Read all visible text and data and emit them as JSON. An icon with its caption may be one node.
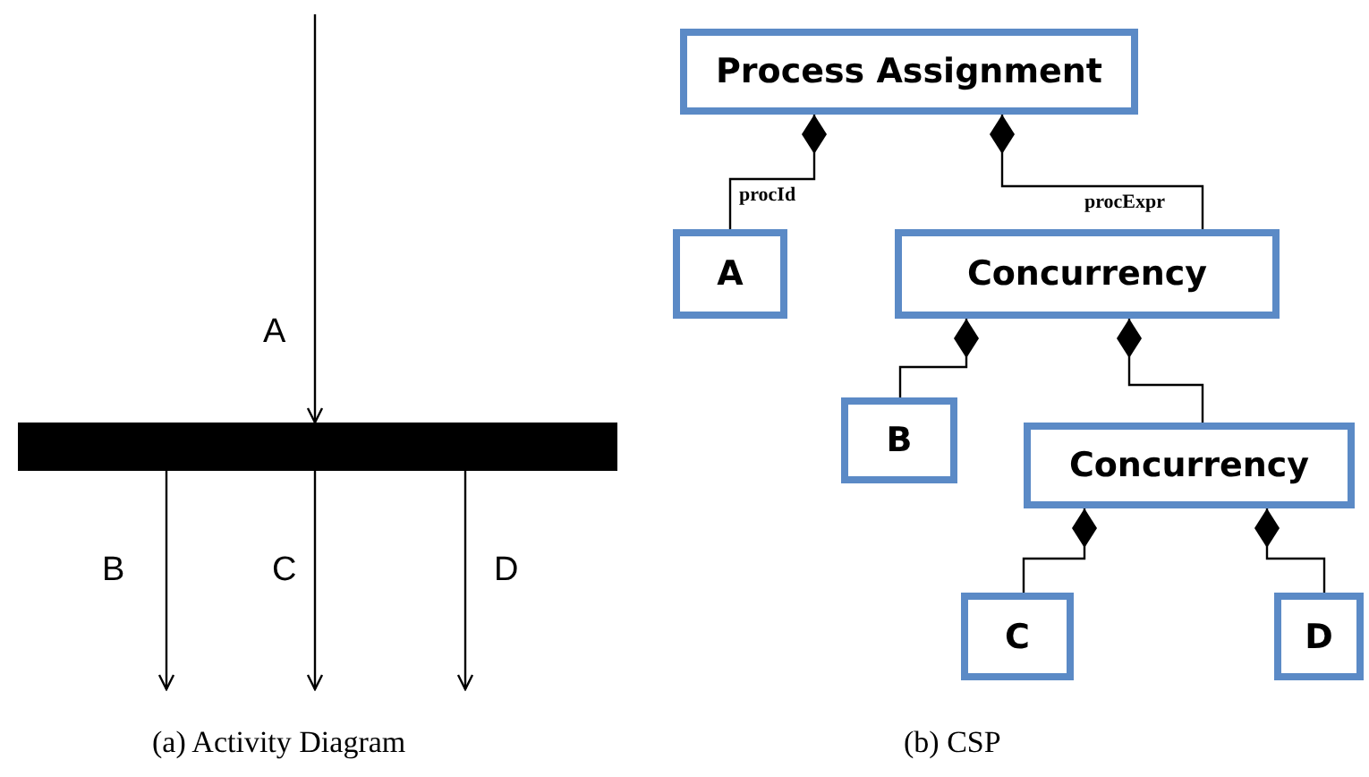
{
  "diagram": {
    "nodes": [
      {
        "text": [],
        "shape": "bar"
      },
      {
        "text": [
          "Process Assignment"
        ]
      },
      {
        "text": [
          "A"
        ]
      },
      {
        "text": [
          "Concurrency"
        ]
      },
      {
        "text": [
          "B"
        ]
      },
      {
        "text": [
          "Concurrency"
        ]
      },
      {
        "text": [
          "C"
        ]
      },
      {
        "text": [
          "D"
        ]
      }
    ],
    "edges": [
      {
        "from": null,
        "to": 0,
        "arrow": "to",
        "label": "A"
      },
      {
        "from": 0,
        "to": null,
        "arrow": "to",
        "label": "B"
      },
      {
        "from": 0,
        "to": null,
        "arrow": "to",
        "label": "C"
      },
      {
        "from": 0,
        "to": null,
        "arrow": "to",
        "label": "D"
      },
      {
        "from": 1,
        "to": 2,
        "arrow": "other",
        "label": "procId"
      },
      {
        "from": 1,
        "to": 3,
        "arrow": "other",
        "label": "procExpr"
      },
      {
        "from": 3,
        "to": 4,
        "arrow": "other"
      },
      {
        "from": 3,
        "to": 5,
        "arrow": "other"
      },
      {
        "from": 5,
        "to": 6,
        "arrow": "other"
      },
      {
        "from": 5,
        "to": 7,
        "arrow": "other"
      }
    ],
    "labels": [
      "(a) Activity Diagram",
      "(b) CSP"
    ]
  }
}
